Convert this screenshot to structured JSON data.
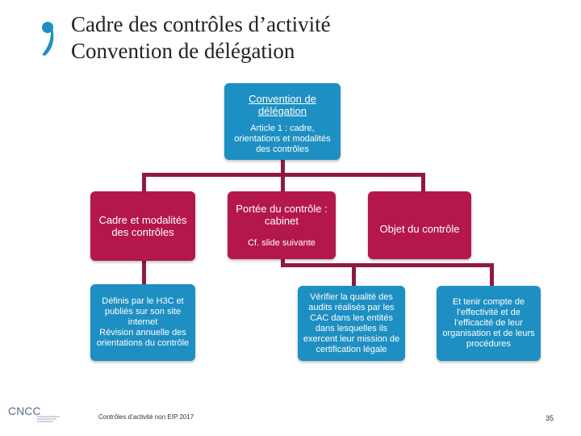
{
  "title": {
    "line1": "Cadre des contrôles d’activité",
    "line2": "Convention de délégation"
  },
  "colors": {
    "accent_magenta": "#b3174d",
    "accent_blue": "#1e8fc2",
    "connector": "#8e1b3e"
  },
  "diagram": {
    "root": {
      "heading": "Convention de délégation",
      "detail": "Article 1 : cadre, orientations et modalités des contrôles"
    },
    "level2": [
      {
        "label": "Cadre et modalités des contrôles"
      },
      {
        "label": "Portée du contrôle : cabinet",
        "note": "Cf. slide suivante"
      },
      {
        "label": "Objet du contrôle"
      }
    ],
    "level3": [
      {
        "text": "Définis par le H3C et publiés sur son site internet\nRévision annuelle des orientations du contrôle"
      },
      {
        "text": "Vérifier la qualité des audits réalisés par les CAC dans les entités dans lesquelles ils exercent leur mission de certification légale"
      },
      {
        "text": "Et tenir compte de l’effectivité et de l’efficacité de leur organisation et de leurs procédures"
      }
    ]
  },
  "footer": {
    "text": "Contrôles d’activité non EIP 2017",
    "page_number": "35"
  },
  "logo": {
    "text": "CNCC"
  }
}
